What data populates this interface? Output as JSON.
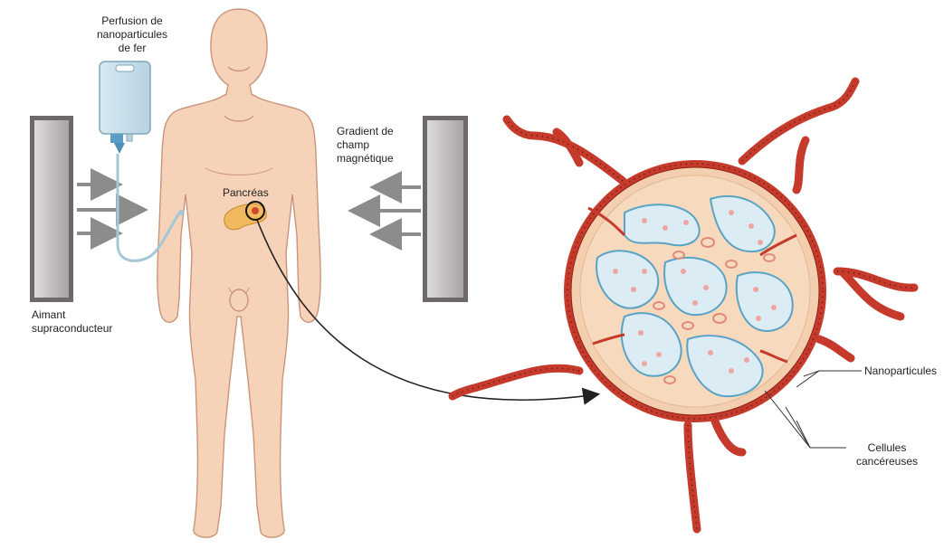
{
  "labels": {
    "perfusion": [
      "Perfusion de",
      "nanoparticules",
      "de fer"
    ],
    "pancreas": "Pancréas",
    "gradient": [
      "Gradient de",
      "champ",
      "magnétique"
    ],
    "aimant": [
      "Aimant",
      "supraconducteur"
    ],
    "nanoparticules": "Nanoparticules",
    "cellules": [
      "Cellules",
      "cancéreuses"
    ]
  },
  "colors": {
    "skin": "#f6d2b8",
    "skin_outline": "#c9957a",
    "vessel": "#c63a2c",
    "vessel_dark": "#8e1f16",
    "tumor_fill": "#f7d9bd",
    "cell_fill": "#dcecf4",
    "cell_outline": "#5aa3c4",
    "magnet": "#c7c2c2",
    "arrow": "#8c8c8c"
  }
}
